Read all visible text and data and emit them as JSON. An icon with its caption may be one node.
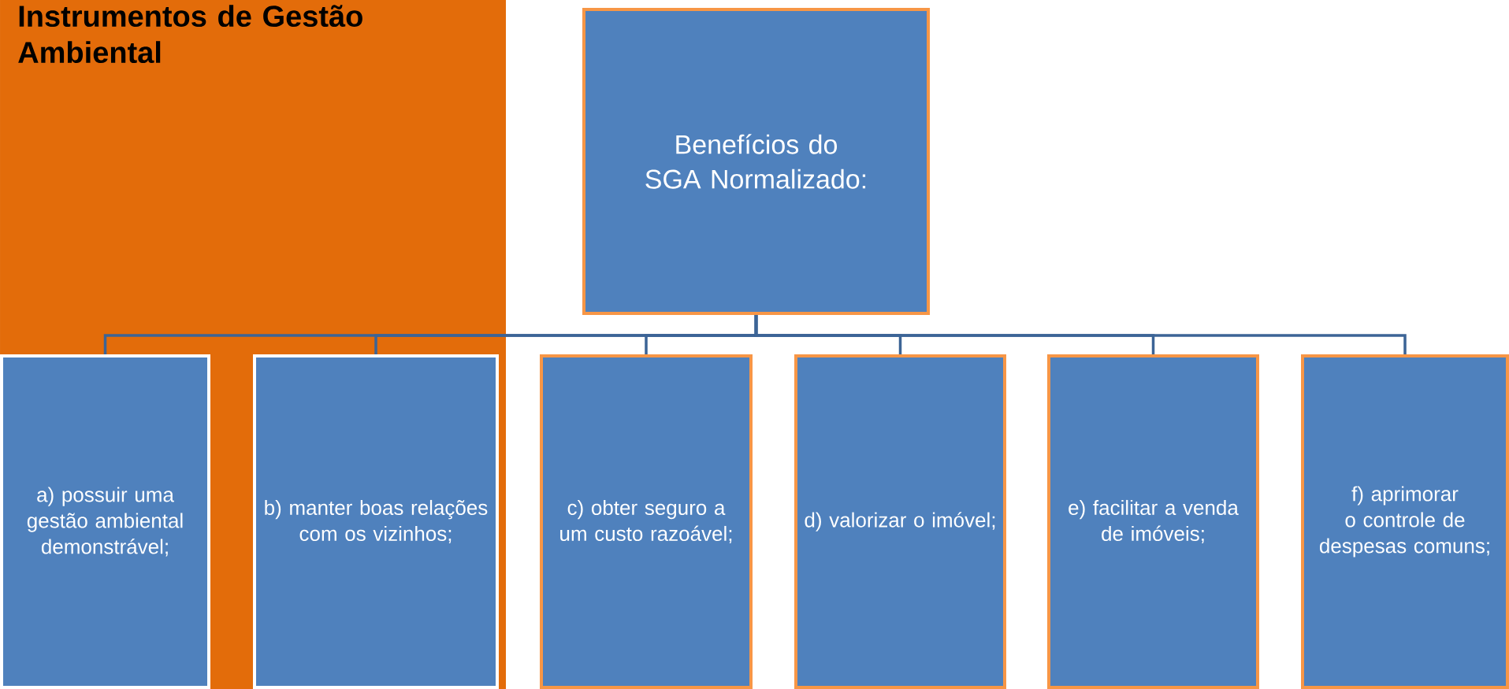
{
  "diagram": {
    "title": "Instrumentos de Gestão Ambiental",
    "nodes": [
      {
        "text": [
          "Benefícios do SGA Normalizado:"
        ]
      },
      {
        "text": [
          "a) possuir uma gestão ambiental demonstrável;"
        ]
      },
      {
        "text": [
          "b) manter boas relações com os vizinhos;"
        ]
      },
      {
        "text": [
          "c) obter seguro a um custo razoável;"
        ]
      },
      {
        "text": [
          "d) valorizar o imóvel;"
        ]
      },
      {
        "text": [
          "e) facilitar a venda de imóveis;"
        ]
      },
      {
        "text": [
          "f) aprimorar o controle de despesas comuns;"
        ]
      }
    ],
    "edges": [
      {
        "from": 0,
        "to": 1,
        "arrow": "none"
      },
      {
        "from": 0,
        "to": 2,
        "arrow": "none"
      },
      {
        "from": 0,
        "to": 3,
        "arrow": "none"
      },
      {
        "from": 0,
        "to": 4,
        "arrow": "none"
      },
      {
        "from": 0,
        "to": 5,
        "arrow": "none"
      },
      {
        "from": 0,
        "to": 6,
        "arrow": "none"
      }
    ]
  }
}
